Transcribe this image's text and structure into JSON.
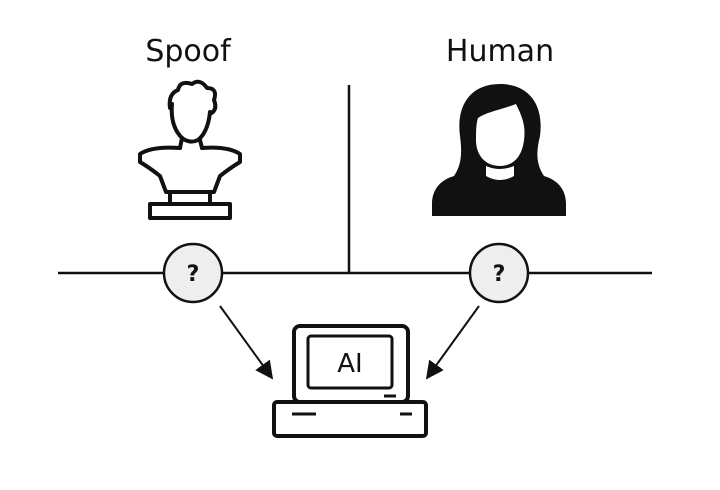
{
  "labels": {
    "spoof": "Spoof",
    "human": "Human",
    "question_left": "?",
    "question_right": "?",
    "ai": "AI"
  },
  "icons": {
    "bust": "bust-statue-icon",
    "person": "woman-silhouette-icon",
    "computer": "retro-computer-icon"
  },
  "colors": {
    "line": "#111111",
    "circle_fill": "#eeeeee",
    "background": "#ffffff"
  }
}
